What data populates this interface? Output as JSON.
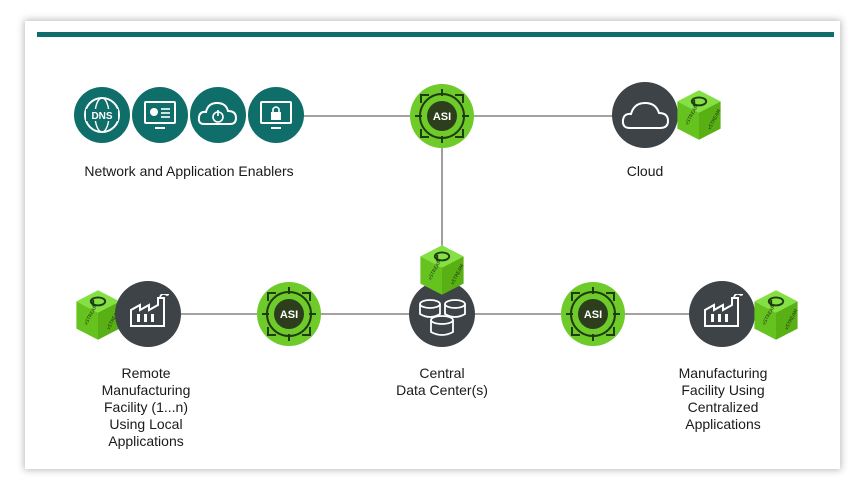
{
  "colors": {
    "teal": "#106e6a",
    "green": "#6ecb2a",
    "dark": "#3d4347",
    "line": "#6b6b6b",
    "cube_green": "#73d13d"
  },
  "nodes": {
    "enablers": {
      "label": "Network and Application Enablers",
      "icons": [
        {
          "name": "dns",
          "text": "DNS"
        },
        {
          "name": "monitor-dashboard"
        },
        {
          "name": "cloud-power"
        },
        {
          "name": "monitor-lock"
        }
      ]
    },
    "asi_top": {
      "text": "ASI"
    },
    "cloud": {
      "label": "Cloud",
      "vstream": "vSTREAM"
    },
    "remote": {
      "label": "Remote\nManufacturing\nFacility (1...n)\nUsing Local\nApplications",
      "vstream": "vSTREAM"
    },
    "asi_left": {
      "text": "ASI"
    },
    "central": {
      "label": "Central\nData Center(s)",
      "vstream": "vSTREAM"
    },
    "asi_right": {
      "text": "ASI"
    },
    "manufacturing": {
      "label": "Manufacturing\nFacility Using\nCentralized\nApplications",
      "vstream": "vSTREAM"
    }
  }
}
